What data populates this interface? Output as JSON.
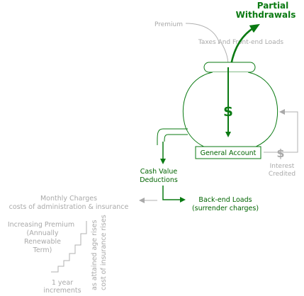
{
  "colors": {
    "green": "#0a7a12",
    "dark_green": "#006400",
    "gray": "#a9a9a9",
    "light_gray": "#c0c0c0",
    "background": "#ffffff"
  },
  "labels": {
    "partial_withdrawals_line1": "Partial",
    "partial_withdrawals_line2": "Withdrawals",
    "premium": "Premium",
    "taxes_loads": "Taxes And Front-end Loads",
    "dollar_sign": "$",
    "general_account": "General Account",
    "interest_dollar": "$",
    "interest_line1": "Interest",
    "interest_line2": "Credited",
    "cash_value_line1": "Cash Value",
    "cash_value_line2": "Deductions",
    "monthly_line1": "Monthly Charges",
    "monthly_line2": "costs of administration & insurance",
    "backend_line1": "Back-end Loads",
    "backend_line2": "(surrender charges)",
    "premium_type_line1": "Increasing Premium",
    "premium_type_line2": "(Annually",
    "premium_type_line3": "Renewable",
    "premium_type_line4": "Term)",
    "year_line1": "1 year",
    "year_line2": "increments",
    "vertical1": "as attained age rises",
    "vertical2": "cost of insurance rises"
  }
}
